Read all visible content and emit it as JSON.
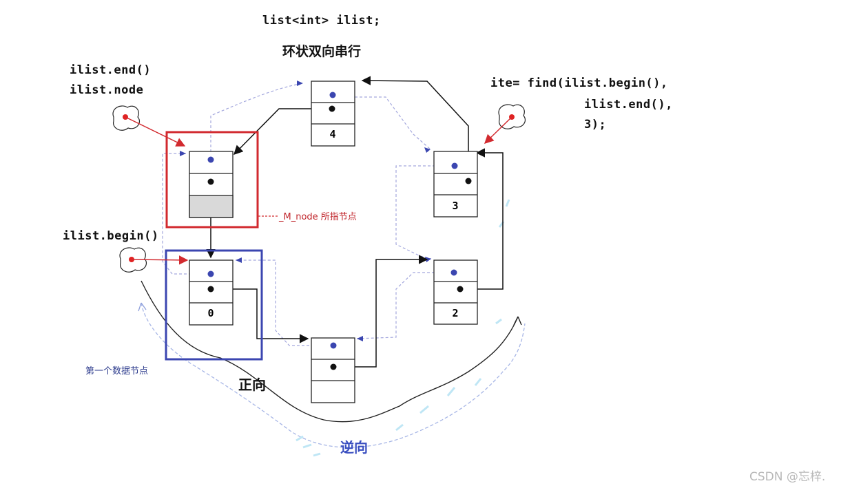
{
  "declaration": "list<int> ilist;",
  "title": "环状双向串行",
  "end_labels": [
    "ilist.end()",
    "ilist.node"
  ],
  "find_call": [
    "ite= find(ilist.begin(),",
    "ilist.end(),",
    "3);"
  ],
  "begin_label": "ilist.begin()",
  "mnode_label": "_M_node 所指节点",
  "first_node_label": "第一个数据节点",
  "forward_label": "正向",
  "reverse_label": "逆向",
  "watermark": "CSDN @忘梓.",
  "nodes": [
    {
      "id": "end-node",
      "value": ""
    },
    {
      "id": "node-0",
      "value": "0"
    },
    {
      "id": "node-empty",
      "value": ""
    },
    {
      "id": "node-2",
      "value": "2"
    },
    {
      "id": "node-3",
      "value": "3"
    },
    {
      "id": "node-4",
      "value": "4"
    }
  ],
  "colors": {
    "mnode_box": "#d22a2f",
    "first_box": "#3b46b0",
    "prev_link": "#a3a7dd",
    "pointer_dot": "#e02222"
  }
}
